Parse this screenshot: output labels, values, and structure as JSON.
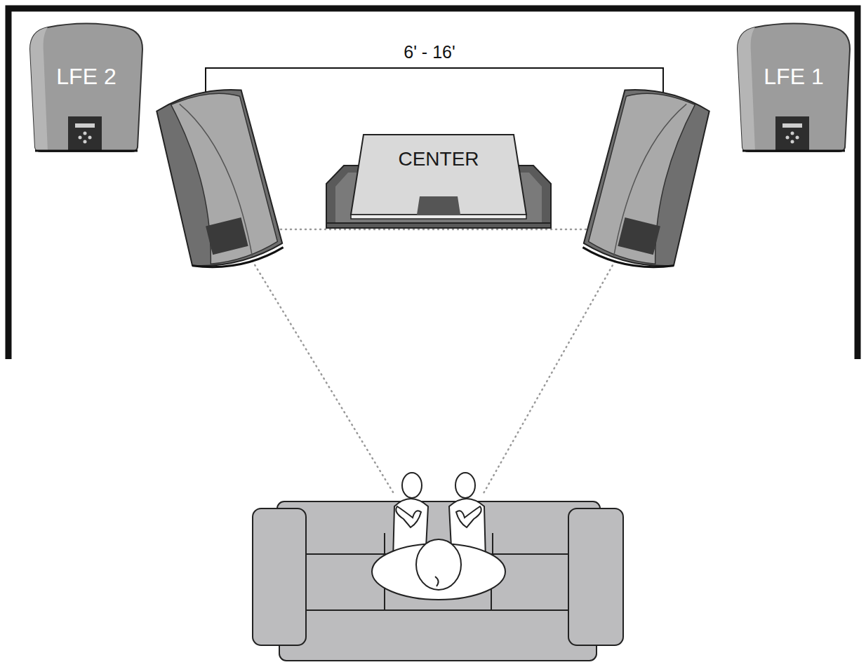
{
  "diagram": {
    "nodes": [
      {
        "text": [
          "LFE 2"
        ]
      },
      {
        "text": [
          "CENTER"
        ]
      },
      {
        "text": [
          "LFE 1"
        ]
      }
    ],
    "labels": [
      "6' - 16'"
    ]
  }
}
